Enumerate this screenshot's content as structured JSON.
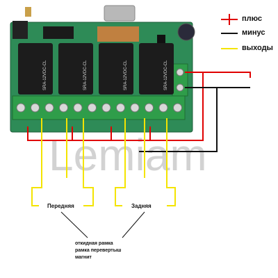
{
  "colors": {
    "plus": "#e00000",
    "minus": "#111111",
    "outputs": "#f4e400",
    "board": "#2e8b57",
    "relay": "#1c1c1c",
    "terminal": "#2f9d4a",
    "watermark": "#c8c8c8"
  },
  "legend": {
    "items": [
      {
        "label": "плюс",
        "color_key": "plus"
      },
      {
        "label": "минус",
        "color_key": "minus"
      },
      {
        "label": "выходы",
        "color_key": "outputs"
      }
    ]
  },
  "relays": [
    {
      "marking": "SRA-12VDC-CL"
    },
    {
      "marking": "SRA-12VDC-CL"
    },
    {
      "marking": "SRA-12VDC-CL"
    },
    {
      "marking": "SRA-12VDC-CL"
    }
  ],
  "boxes": {
    "front": "Передняя",
    "rear": "Задняя"
  },
  "note_lines": [
    "откидная рамка",
    "рамка перевертыш",
    "магнит"
  ],
  "watermark": "Lemiam"
}
